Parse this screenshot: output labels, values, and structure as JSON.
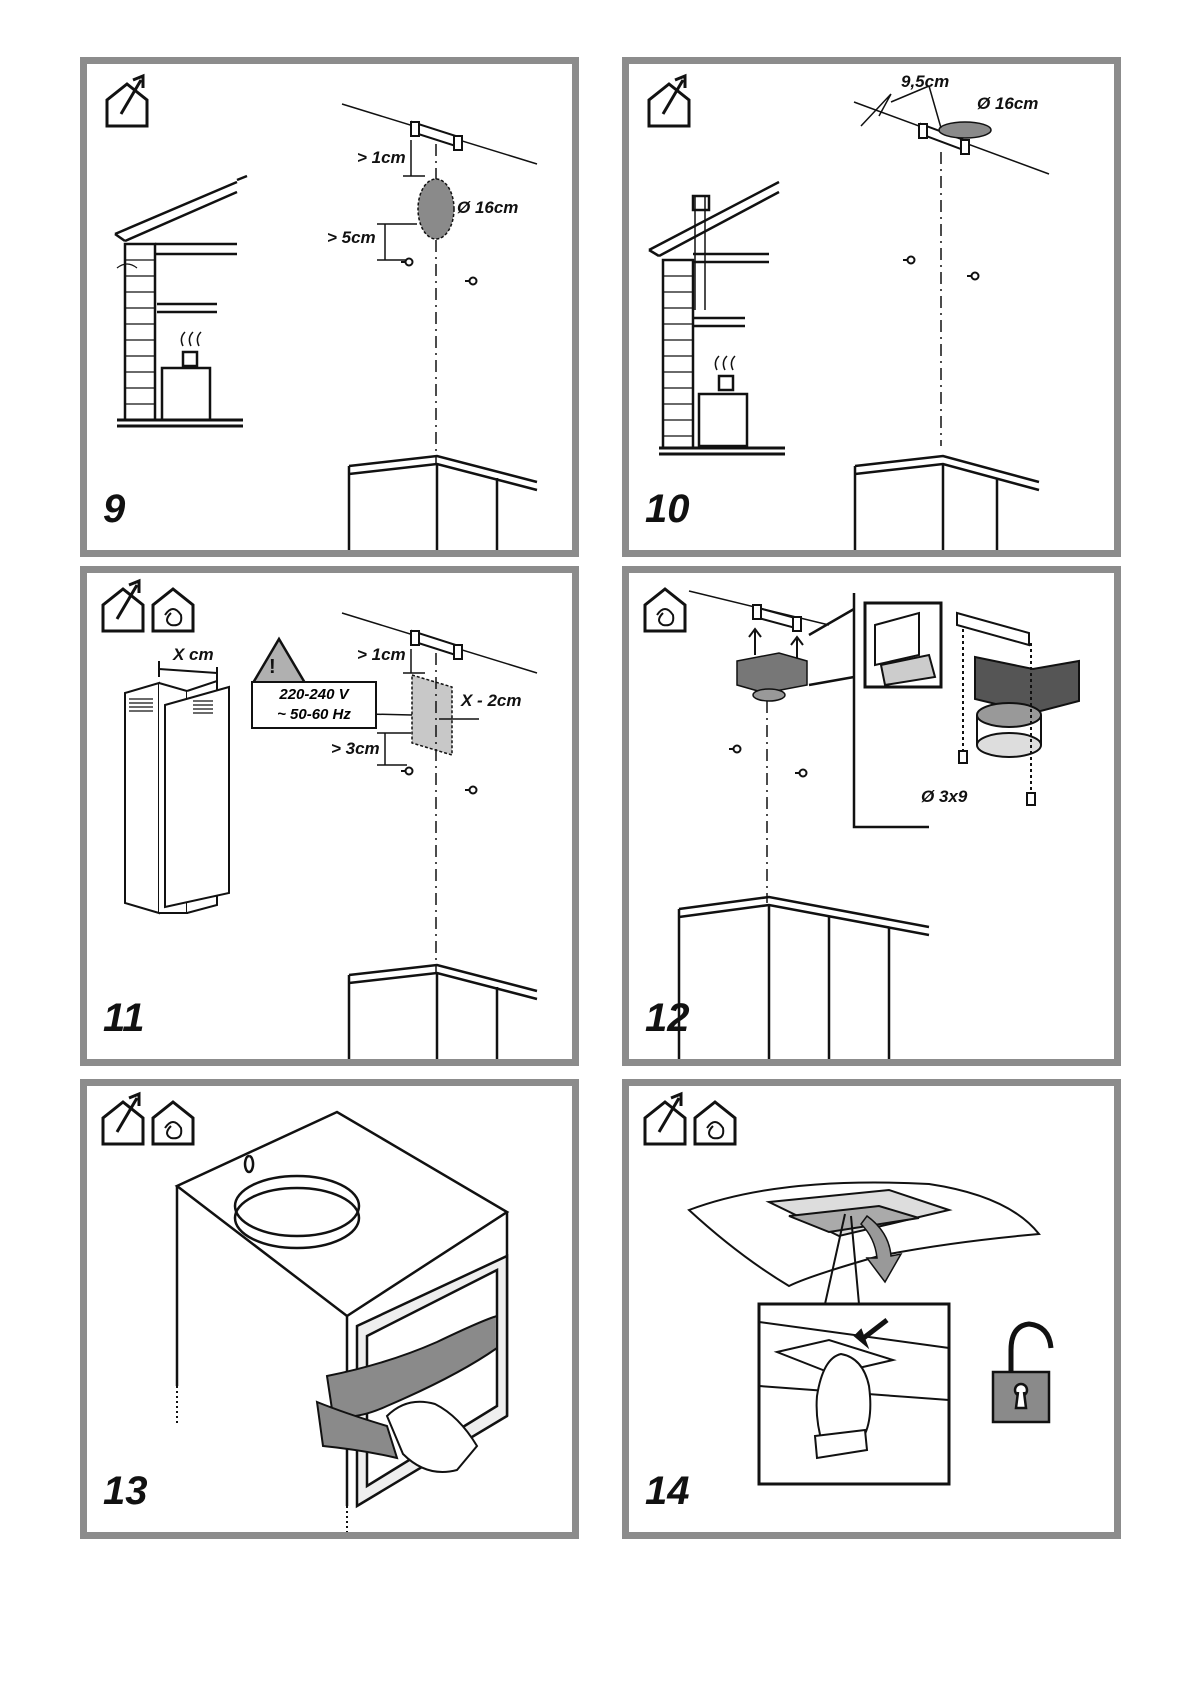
{
  "colors": {
    "frame": "#8c8c8c",
    "ink": "#111111",
    "shade": "#9a9a9a",
    "lock": "#8a8a8a"
  },
  "icons": {
    "ducted": "house-duct-icon",
    "recirculating": "house-recirculation-icon",
    "unlock": "padlock-open-icon"
  },
  "panels": [
    {
      "step": "9",
      "labels": {
        "gap_top": "> 1cm",
        "diameter": "Ø 16cm",
        "gap_bottom": "> 5cm"
      }
    },
    {
      "step": "10",
      "labels": {
        "offset": "9,5cm",
        "diameter": "Ø 16cm"
      }
    },
    {
      "step": "11",
      "labels": {
        "width": "X cm",
        "gap_top": "> 1cm",
        "socket_offset": "X - 2cm",
        "gap_bottom": "> 3cm",
        "voltage": "220-240 V",
        "frequency": "~ 50-60 Hz",
        "warning_mark": "!"
      }
    },
    {
      "step": "12",
      "labels": {
        "screw": "Ø 3x9"
      }
    },
    {
      "step": "13",
      "labels": {}
    },
    {
      "step": "14",
      "labels": {}
    }
  ]
}
